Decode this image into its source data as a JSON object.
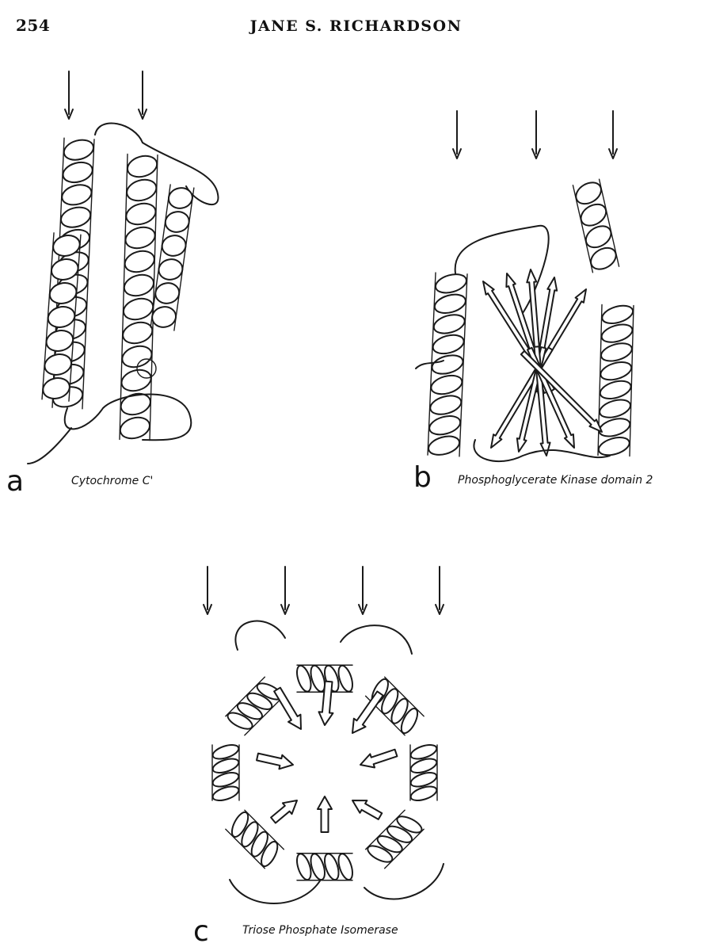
{
  "header": {
    "page_number": "254",
    "author": "JANE S. RICHARDSON"
  },
  "panels": [
    {
      "letter": "a",
      "caption": "Cytochrome C'",
      "arrow_count": 2
    },
    {
      "letter": "b",
      "caption": "Phosphoglycerate Kinase domain 2",
      "arrow_count": 3
    },
    {
      "letter": "c",
      "caption": "Triose Phosphate Isomerase",
      "arrow_count": 4
    }
  ]
}
